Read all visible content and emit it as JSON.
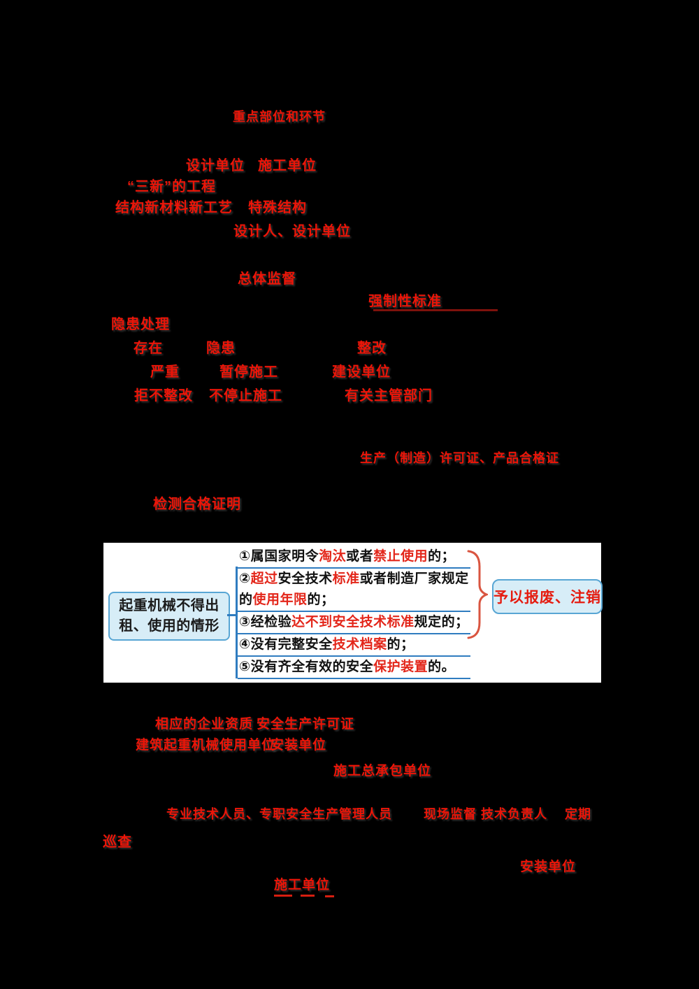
{
  "page": {
    "background_color": "#000000",
    "answer_red": "#ec1508",
    "branch_blue": "#2f7cc0",
    "box_fill": "#d7edf7",
    "box_border": "#58a6d4"
  },
  "frags": [
    "重点部位和环节",
    "设计单位",
    "施工单位",
    "“三新”的工程",
    "结构新材料新工艺",
    "特殊结构",
    "设计人、设计单位",
    "总体监督",
    "强制性标准",
    "隐患处理",
    "存在",
    "隐患",
    "整改",
    "严重",
    "暂停施工",
    "建设单位",
    "拒不整改",
    "不停止施工",
    "有关主管部门",
    "生产（制造）许可证、产品合格证",
    "检测合格证明",
    "相应的企业资质",
    "安全生产许可证",
    "建筑起重机械使用单位",
    "安装单位",
    "施工总承包单位",
    "专业技术人员、专职安全生产管理人员",
    "现场监督",
    "技术负责人",
    "定期",
    "巡查",
    "安装单位",
    "施工单位"
  ],
  "crane_box": {
    "left_label_line1": "起重机械不得出",
    "left_label_line2": "租、使用的情形",
    "result_label": "予以报废、注销",
    "items": [
      {
        "parts": [
          {
            "t": "①属国家明令",
            "red": false
          },
          {
            "t": "淘汰",
            "red": true
          },
          {
            "t": "或者",
            "red": false
          },
          {
            "t": "禁止使用",
            "red": true
          },
          {
            "t": "的；",
            "red": false
          }
        ]
      },
      {
        "parts": [
          {
            "t": "②",
            "red": false
          },
          {
            "t": "超过",
            "red": true
          },
          {
            "t": "安全技术",
            "red": false
          },
          {
            "t": "标准",
            "red": true
          },
          {
            "t": "或者制造厂家规定的",
            "red": false
          },
          {
            "t": "使用年限",
            "red": true
          },
          {
            "t": "的；",
            "red": false
          }
        ]
      },
      {
        "parts": [
          {
            "t": "③经检验",
            "red": false
          },
          {
            "t": "达不到安全技术标准",
            "red": true
          },
          {
            "t": "规定的；",
            "red": false
          }
        ]
      },
      {
        "parts": [
          {
            "t": "④没有完整安全",
            "red": false
          },
          {
            "t": "技术档案",
            "red": true
          },
          {
            "t": "的；",
            "red": false
          }
        ]
      },
      {
        "parts": [
          {
            "t": "⑤没有齐全有效的安全",
            "red": false
          },
          {
            "t": "保护装置",
            "red": true
          },
          {
            "t": "的。",
            "red": false
          }
        ]
      }
    ]
  }
}
